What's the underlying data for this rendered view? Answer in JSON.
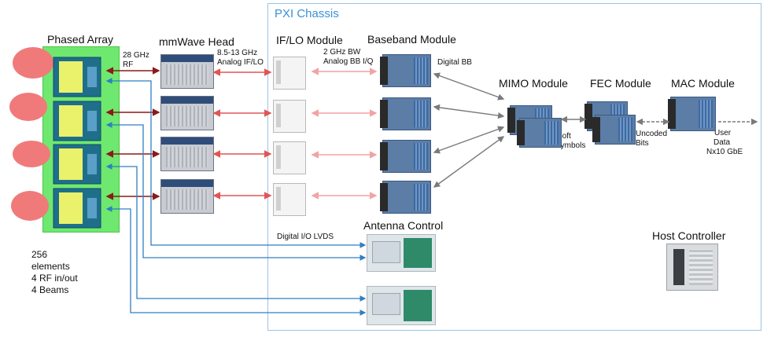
{
  "labels": {
    "chassis": "PXI Chassis",
    "phased_array": "Phased Array",
    "mmwave_head": "mmWave Head",
    "if_lo": "IF/LO Module",
    "baseband": "Baseband Module",
    "mimo": "MIMO Module",
    "fec": "FEC Module",
    "mac": "MAC Module",
    "antenna_control": "Antenna Control",
    "host_controller": "Host Controller"
  },
  "annotations": {
    "rf_freq": "28 GHz",
    "rf": "RF",
    "if_freq": "8.5-13 GHz",
    "analog_if_lo": "Analog IF/LO",
    "bw": "2 GHz BW",
    "analog_bb": "Analog BB I/Q",
    "digital_bb": "Digital BB",
    "soft": "Soft",
    "symbols": "Symbols",
    "uncoded": "Uncoded",
    "bits": "Bits",
    "user": "User",
    "data": "Data",
    "gbe": "Nx10 GbE",
    "digital_io": "Digital I/O LVDS"
  },
  "array_specs": {
    "line1": "256",
    "line2": "elements",
    "line3": "4 RF in/out",
    "line4": "4 Beams"
  },
  "colors": {
    "chassis_border": "#9cc3e6",
    "rf_arrow": "#8b1a1a",
    "if_arrow": "#e05555",
    "bb_arrow": "#f2a3a3",
    "control_line": "#2f7fc2",
    "data_arrow": "#7a7a7a",
    "array_board": "#6fe86f",
    "beam_lobe": "#f07a7a",
    "chip_grid": "#e9f26a"
  }
}
